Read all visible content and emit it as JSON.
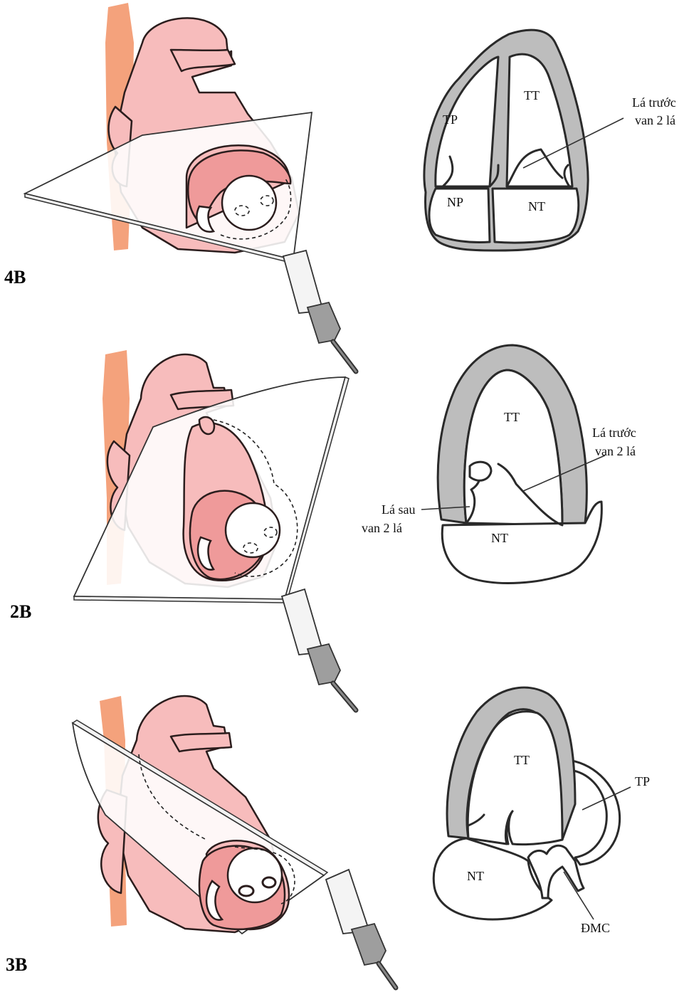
{
  "panels": [
    {
      "id": "4B",
      "label": "4B",
      "chambers": {
        "left_ventricle": "TT",
        "right_ventricle": "TP",
        "right_atrium": "NP",
        "left_atrium": "NT"
      },
      "annotations": {
        "anterior_mitral_leaflet_line1": "Lá trước",
        "anterior_mitral_leaflet_line2": "van 2 lá"
      }
    },
    {
      "id": "2B",
      "label": "2B",
      "chambers": {
        "left_ventricle": "TT",
        "left_atrium": "NT"
      },
      "annotations": {
        "anterior_mitral_leaflet_line1": "Lá trước",
        "anterior_mitral_leaflet_line2": "van 2 lá",
        "posterior_mitral_leaflet_line1": "Lá sau",
        "posterior_mitral_leaflet_line2": "van 2 lá"
      }
    },
    {
      "id": "3B",
      "label": "3B",
      "chambers": {
        "left_ventricle": "TT",
        "right_ventricle": "TP",
        "left_atrium": "NT"
      },
      "annotations": {
        "aorta": "ĐMC"
      }
    }
  ],
  "colors": {
    "heart": "#f7bcbc",
    "heart_ring": "#ef9a9a",
    "vessel": "#f4a27c",
    "wall": "#bdbdbd"
  }
}
